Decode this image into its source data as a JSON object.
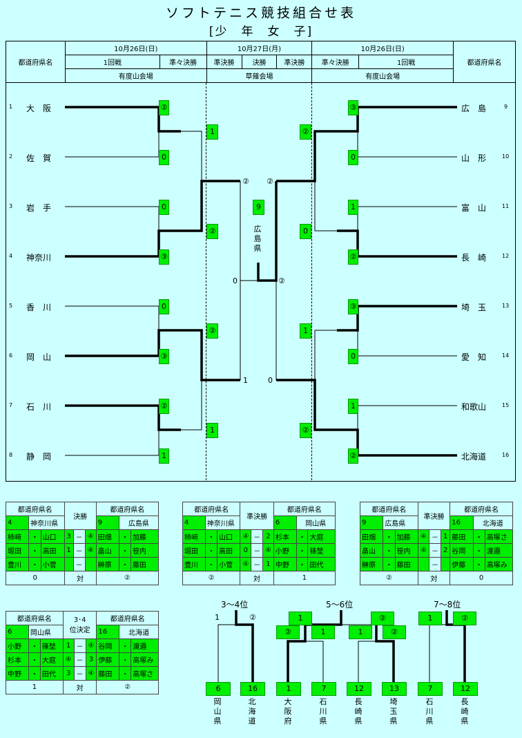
{
  "title": "ソフトテニス競技組合せ表",
  "subtitle": "[少　年　女　子]",
  "header": {
    "pref_label": "都道府県名",
    "left": {
      "date": "10月26日(日)",
      "r1": "1回戦",
      "qf": "準々決勝",
      "venue": "有度山会場"
    },
    "center": {
      "date": "10月27日(月)",
      "sf_l": "準決勝",
      "final": "決勝",
      "sf_r": "準決勝",
      "venue": "草薙会場"
    },
    "right": {
      "date": "10月26日(日)",
      "qf": "準々決勝",
      "r1": "1回戦",
      "venue": "有度山会場"
    }
  },
  "left_teams": [
    {
      "n": "1",
      "name": "大　阪"
    },
    {
      "n": "2",
      "name": "佐　賀"
    },
    {
      "n": "3",
      "name": "岩　手"
    },
    {
      "n": "4",
      "name": "神奈川"
    },
    {
      "n": "5",
      "name": "香　川"
    },
    {
      "n": "6",
      "name": "岡　山"
    },
    {
      "n": "7",
      "name": "石　川"
    },
    {
      "n": "8",
      "name": "静　岡"
    }
  ],
  "right_teams": [
    {
      "n": "9",
      "name": "広　島"
    },
    {
      "n": "10",
      "name": "山　形"
    },
    {
      "n": "11",
      "name": "富　山"
    },
    {
      "n": "12",
      "name": "長　崎"
    },
    {
      "n": "13",
      "name": "埼　玉"
    },
    {
      "n": "14",
      "name": "愛　知"
    },
    {
      "n": "15",
      "name": "和歌山"
    },
    {
      "n": "16",
      "name": "北海道"
    }
  ],
  "left_r1_scores": [
    "②",
    "0",
    "0",
    "③",
    "0",
    "③",
    "②",
    "1"
  ],
  "left_qf_scores": [
    "1",
    "②",
    "②",
    "1"
  ],
  "right_r1_scores": [
    "③",
    "0",
    "1",
    "②",
    "③",
    "0",
    "1",
    "②"
  ],
  "right_qf_scores": [
    "②",
    "0",
    "1",
    "②"
  ],
  "sf_scores": {
    "l_top": "②",
    "l_bot": "1",
    "r_top": "②",
    "r_bot": "0",
    "l_final": "0",
    "r_final": "②"
  },
  "champion": {
    "num": "9",
    "chars": [
      "広",
      "島",
      "県"
    ]
  },
  "matches": [
    {
      "h1": "都道府県名",
      "h2": "決勝",
      "h3": "都道府県名",
      "a_num": "4",
      "a_name": "神奈川県",
      "b_num": "9",
      "b_name": "広島県",
      "rows": [
        [
          "柿﨑",
          "・",
          "山口",
          "3",
          "－",
          "④",
          "田畑",
          "・",
          "加藤"
        ],
        [
          "堀田",
          "・",
          "高田",
          "1",
          "－",
          "④",
          "畠山",
          "・",
          "笹内"
        ],
        [
          "豊川",
          "・",
          "小菅",
          "",
          "－",
          "",
          "榊原",
          "・",
          "藤田"
        ]
      ],
      "total": [
        "0",
        "対",
        "②"
      ]
    },
    {
      "h1": "都道府県名",
      "h2": "準決勝",
      "h3": "都道府県名",
      "a_num": "4",
      "a_name": "神奈川県",
      "b_num": "6",
      "b_name": "岡山県",
      "rows": [
        [
          "柿﨑",
          "・",
          "山口",
          "④",
          "－",
          "2",
          "杉本",
          "・",
          "大庭"
        ],
        [
          "堀田",
          "・",
          "高田",
          "0",
          "－",
          "④",
          "小野",
          "・",
          "篠埜"
        ],
        [
          "豊川",
          "・",
          "小菅",
          "④",
          "－",
          "1",
          "中野",
          "・",
          "田代"
        ]
      ],
      "total": [
        "②",
        "対",
        "1"
      ]
    },
    {
      "h1": "都道府県名",
      "h2": "準決勝",
      "h3": "都道府県名",
      "a_num": "9",
      "a_name": "広島県",
      "b_num": "16",
      "b_name": "北海道",
      "rows": [
        [
          "田畑",
          "・",
          "加藤",
          "④",
          "－",
          "1",
          "藤田",
          "・",
          "高塚さ"
        ],
        [
          "畠山",
          "・",
          "笹内",
          "④",
          "－",
          "2",
          "谷岡",
          "・",
          "渡邉"
        ],
        [
          "榊原",
          "・",
          "藤田",
          "",
          "－",
          "",
          "伊藤",
          "・",
          "高塚み"
        ]
      ],
      "total": [
        "②",
        "対",
        "0"
      ]
    },
    {
      "h1": "都道府県名",
      "h2a": "3･4",
      "h2b": "位決定",
      "h3": "都道府県名",
      "a_num": "6",
      "a_name": "岡山県",
      "b_num": "16",
      "b_name": "北海道",
      "rows": [
        [
          "小野",
          "・",
          "篠埜",
          "1",
          "－",
          "④",
          "谷岡",
          "・",
          "渡邉"
        ],
        [
          "杉本",
          "・",
          "大庭",
          "④",
          "－",
          "3",
          "伊藤",
          "・",
          "高塚み"
        ],
        [
          "中野",
          "・",
          "田代",
          "3",
          "－",
          "④",
          "藤田",
          "・",
          "高塚さ"
        ]
      ],
      "total": [
        "1",
        "対",
        "②"
      ]
    }
  ],
  "place_labels": {
    "p34": "3～4位",
    "p56": "5～6位",
    "p78": "7～8位"
  },
  "place_scores": {
    "p34_l": "1",
    "p34_r": "②",
    "p56_top_l": "1",
    "p56_top_r": "②",
    "p56_l_l": "②",
    "p56_l_r": "1",
    "p56_r_l": "1",
    "p56_r_r": "②",
    "p78_l": "1",
    "p78_r": "②"
  },
  "place_teams": [
    {
      "num": "6",
      "chars": [
        "岡",
        "山",
        "県"
      ]
    },
    {
      "num": "16",
      "chars": [
        "北",
        "海",
        "道"
      ]
    },
    {
      "num": "1",
      "chars": [
        "大",
        "阪",
        "府"
      ]
    },
    {
      "num": "7",
      "chars": [
        "石",
        "川",
        "県"
      ]
    },
    {
      "num": "12",
      "chars": [
        "長",
        "崎",
        "県"
      ]
    },
    {
      "num": "13",
      "chars": [
        "埼",
        "玉",
        "県"
      ]
    },
    {
      "num": "7",
      "chars": [
        "石",
        "川",
        "県"
      ]
    },
    {
      "num": "12",
      "chars": [
        "長",
        "崎",
        "県"
      ]
    }
  ]
}
